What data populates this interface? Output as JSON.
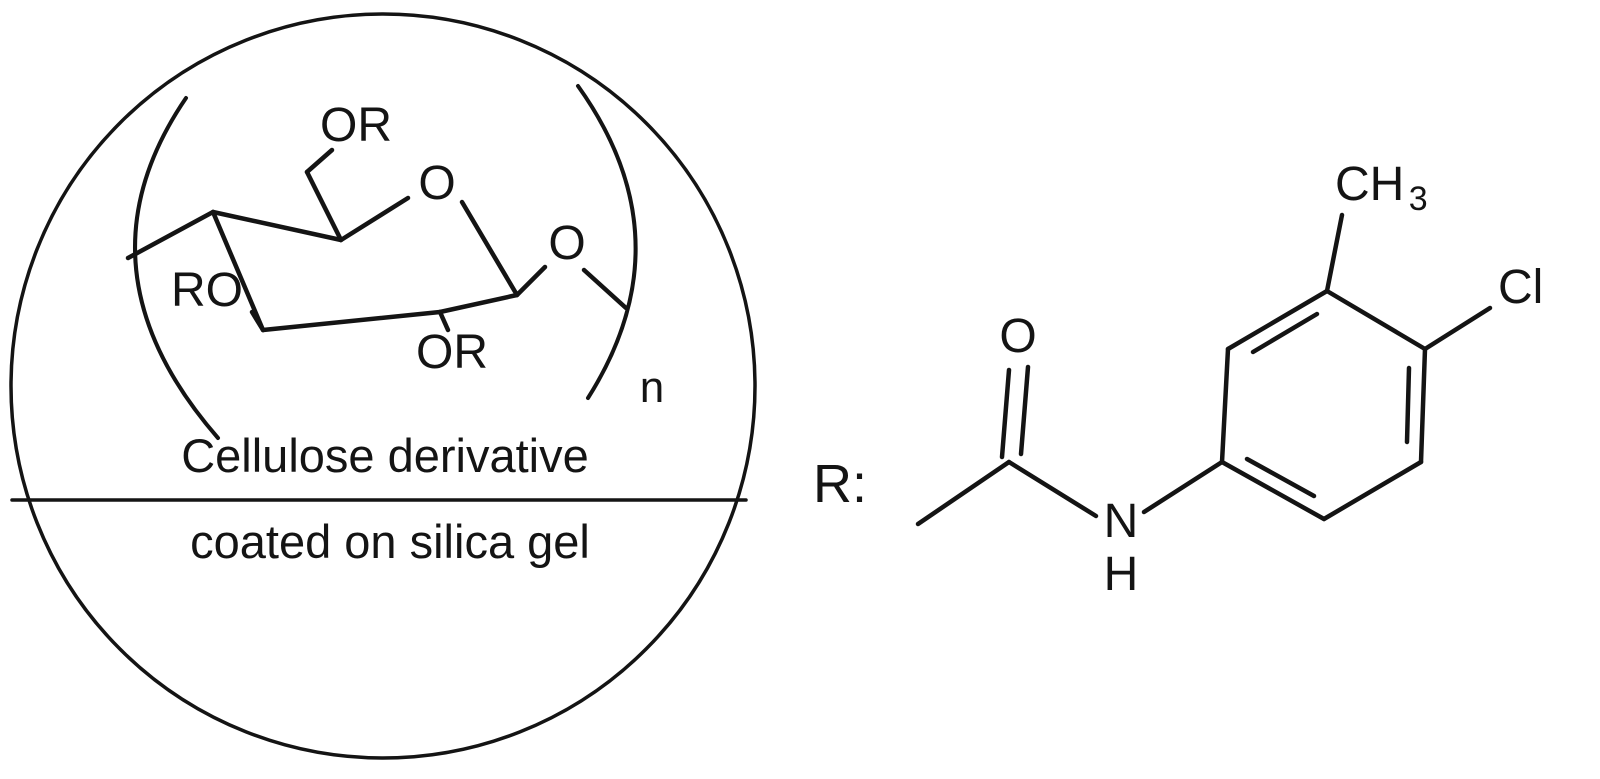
{
  "particle": {
    "caption_top": "Cellulose derivative",
    "caption_bottom": "coated on silica gel"
  },
  "cellulose_unit": {
    "or_top": "OR",
    "ring_oxygen": "O",
    "ro_left": "RO",
    "or_bottom": "OR",
    "glycosidic_oxygen": "O",
    "repeat_index": "n"
  },
  "substituent": {
    "label": "R:",
    "carbonyl_oxygen": "O",
    "nitrogen": "N",
    "nh_hydrogen": "H",
    "methyl_main": "CH",
    "methyl_subscript": "3",
    "chlorine": "Cl"
  },
  "colors": {
    "ink": "#141414",
    "background": "#ffffff"
  }
}
